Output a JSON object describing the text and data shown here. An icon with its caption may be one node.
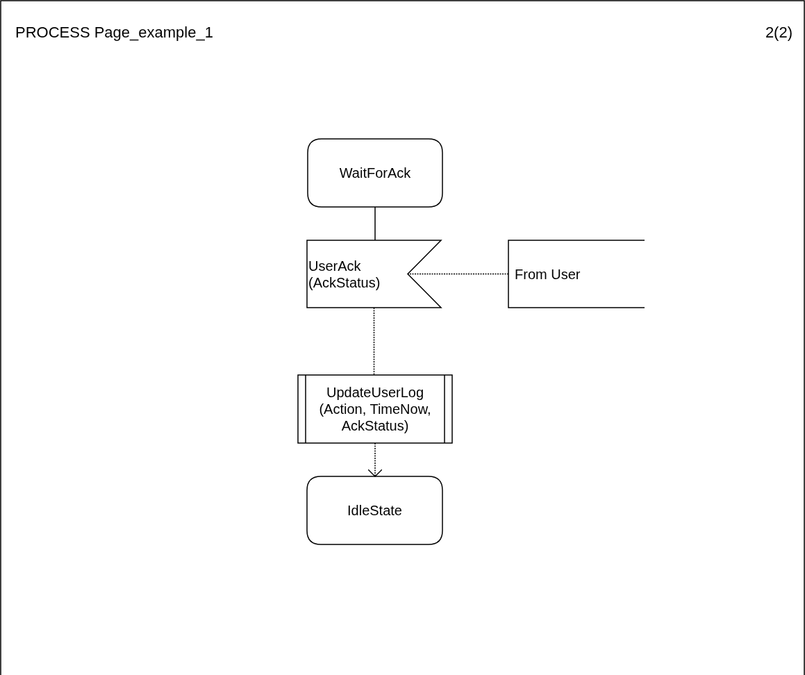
{
  "diagram": {
    "title": "PROCESS Page_example_1",
    "nodes": [
      {
        "text": [
          "WaitForAck"
        ]
      },
      {
        "text": [
          "UserAck (AckStatus)"
        ]
      },
      {
        "text": [
          "From User"
        ]
      },
      {
        "text": [
          "UpdateUserLog (Action, TimeNow, AckStatus)"
        ]
      },
      {
        "text": [
          "IdleState"
        ]
      }
    ],
    "edges": [
      {
        "from": 0,
        "to": 1,
        "arrow": "none"
      },
      {
        "from": 2,
        "to": 1,
        "arrow": "none",
        "style": "dashed"
      },
      {
        "from": 1,
        "to": 3,
        "arrow": "none",
        "style": "dashed"
      },
      {
        "from": 3,
        "to": 4,
        "arrow": "to",
        "style": "dashed"
      }
    ],
    "labels": [
      "2(2)"
    ]
  }
}
